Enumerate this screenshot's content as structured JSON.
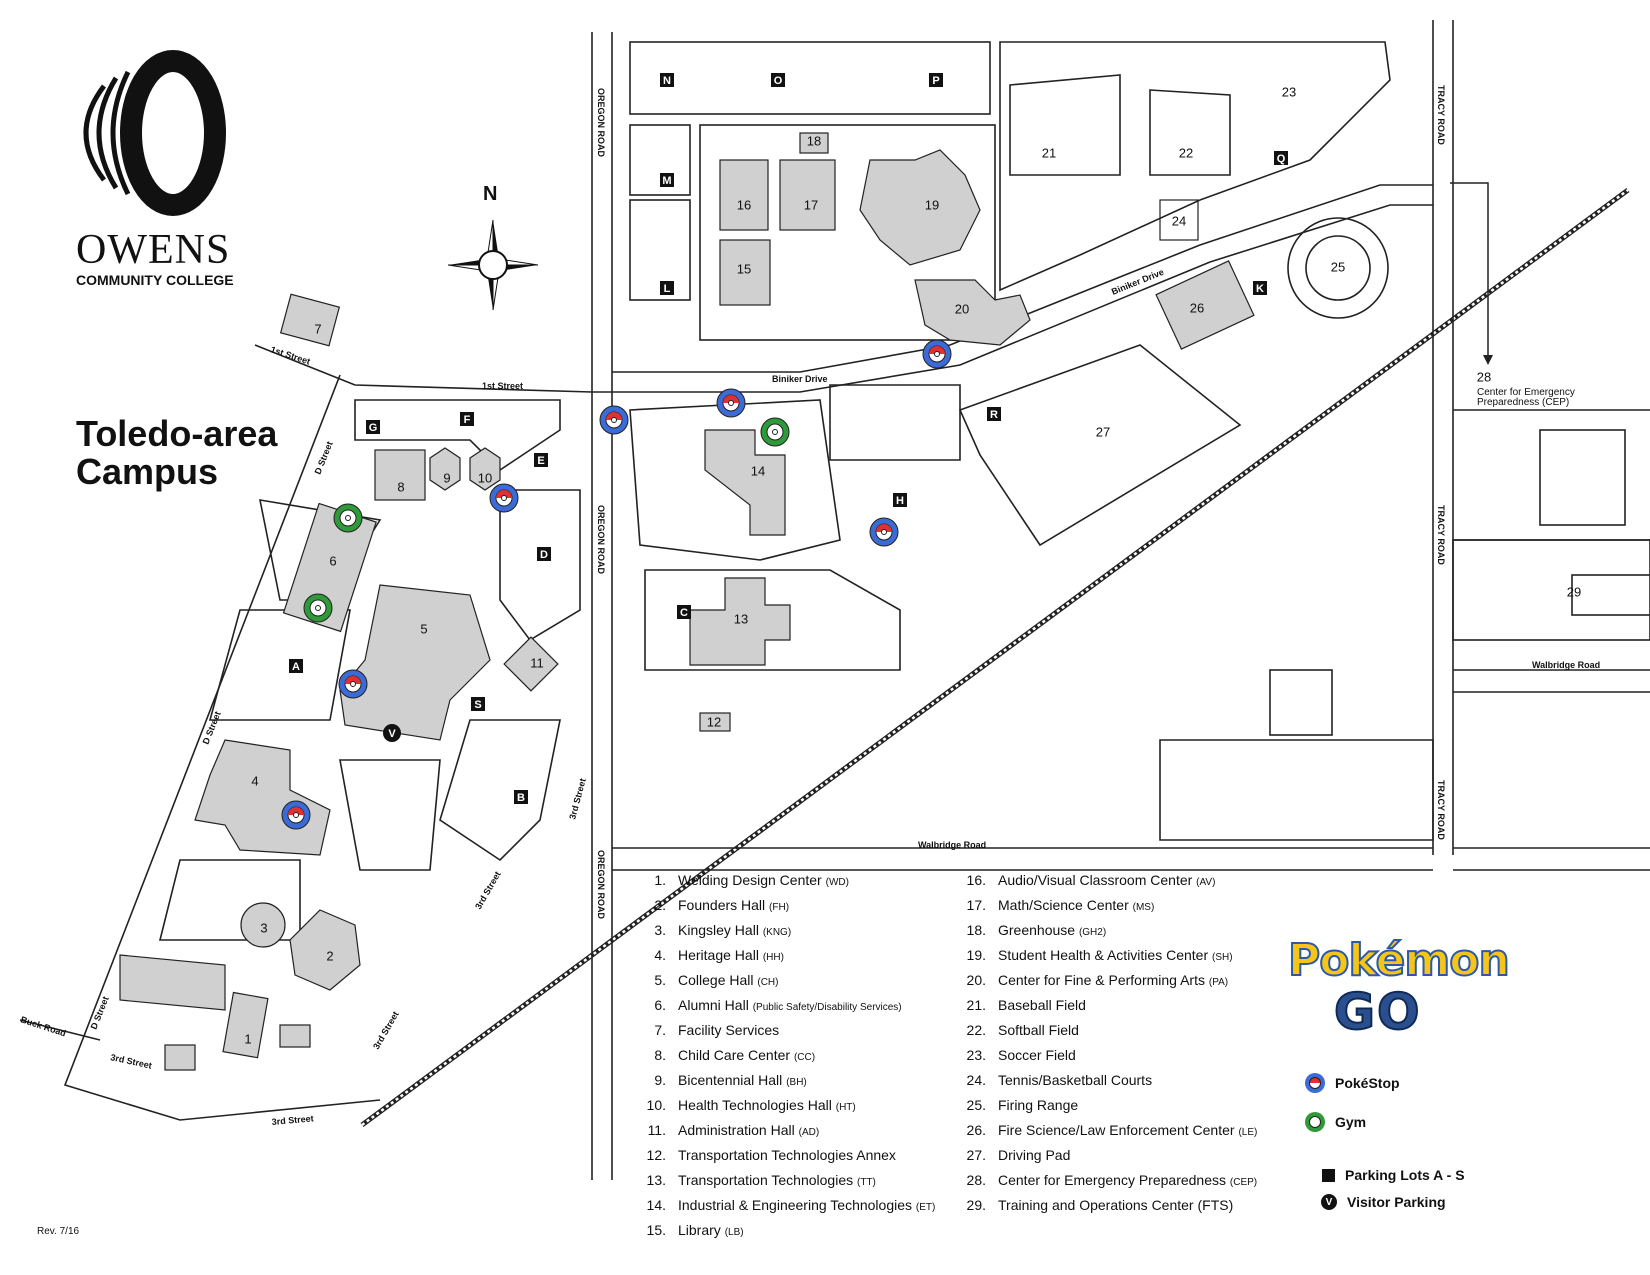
{
  "logo": {
    "name": "OWENS",
    "subtitle": "COMMUNITY COLLEGE"
  },
  "campus_title": [
    "Toledo-area",
    "Campus"
  ],
  "compass_label": "N",
  "revision": "Rev. 7/16",
  "roads": {
    "oregon_road": "OREGON ROAD",
    "tracy_road": "TRACY ROAD",
    "first_street": "1st Street",
    "biniker_drive": "Biniker Drive",
    "d_street": "D Street",
    "third_street": "3rd Street",
    "walbridge_road": "Walbridge Road",
    "buck_road": "Buck Road"
  },
  "building_numbers": [
    "1",
    "2",
    "3",
    "4",
    "5",
    "6",
    "7",
    "8",
    "9",
    "10",
    "11",
    "12",
    "13",
    "14",
    "15",
    "16",
    "17",
    "18",
    "19",
    "20",
    "21",
    "22",
    "23",
    "24",
    "25",
    "26",
    "27",
    "29"
  ],
  "cep_label": {
    "number": "28",
    "line1": "Center for Emergency",
    "line2": "Preparedness (CEP)"
  },
  "parking_lots": [
    "A",
    "B",
    "C",
    "D",
    "E",
    "F",
    "G",
    "H",
    "K",
    "L",
    "M",
    "N",
    "O",
    "P",
    "Q",
    "R",
    "S"
  ],
  "visitor_marker": "V",
  "legend_col1": [
    {
      "n": "1.",
      "name": "Welding Design Center",
      "code": "(WD)"
    },
    {
      "n": "2.",
      "name": "Founders Hall",
      "code": "(FH)"
    },
    {
      "n": "3.",
      "name": "Kingsley Hall",
      "code": "(KNG)"
    },
    {
      "n": "4.",
      "name": "Heritage Hall",
      "code": "(HH)"
    },
    {
      "n": "5.",
      "name": "College Hall",
      "code": "(CH)"
    },
    {
      "n": "6.",
      "name": "Alumni Hall",
      "code": "(Public Safety/Disability Services)"
    },
    {
      "n": "7.",
      "name": "Facility Services",
      "code": ""
    },
    {
      "n": "8.",
      "name": "Child Care Center",
      "code": "(CC)"
    },
    {
      "n": "9.",
      "name": "Bicentennial Hall",
      "code": "(BH)"
    },
    {
      "n": "10.",
      "name": "Health Technologies Hall",
      "code": "(HT)"
    },
    {
      "n": "11.",
      "name": "Administration Hall",
      "code": "(AD)"
    },
    {
      "n": "12.",
      "name": "Transportation Technologies Annex",
      "code": ""
    },
    {
      "n": "13.",
      "name": "Transportation Technologies",
      "code": "(TT)"
    },
    {
      "n": "14.",
      "name": "Industrial & Engineering Technologies",
      "code": "(ET)"
    },
    {
      "n": "15.",
      "name": "Library",
      "code": "(LB)"
    }
  ],
  "legend_col2": [
    {
      "n": "16.",
      "name": "Audio/Visual Classroom Center",
      "code": "(AV)"
    },
    {
      "n": "17.",
      "name": "Math/Science Center",
      "code": "(MS)"
    },
    {
      "n": "18.",
      "name": "Greenhouse",
      "code": "(GH2)"
    },
    {
      "n": "19.",
      "name": "Student Health & Activities Center",
      "code": "(SH)"
    },
    {
      "n": "20.",
      "name": "Center for Fine & Performing Arts",
      "code": "(PA)"
    },
    {
      "n": "21.",
      "name": "Baseball Field",
      "code": ""
    },
    {
      "n": "22.",
      "name": "Softball Field",
      "code": ""
    },
    {
      "n": "23.",
      "name": "Soccer Field",
      "code": ""
    },
    {
      "n": "24.",
      "name": "Tennis/Basketball Courts",
      "code": ""
    },
    {
      "n": "25.",
      "name": "Firing Range",
      "code": ""
    },
    {
      "n": "26.",
      "name": "Fire Science/Law Enforcement Center",
      "code": "(LE)"
    },
    {
      "n": "27.",
      "name": "Driving Pad",
      "code": ""
    },
    {
      "n": "28.",
      "name": "Center for Emergency Preparedness",
      "code": "(CEP)"
    },
    {
      "n": "29.",
      "name": "Training and Operations Center (FTS)",
      "code": ""
    }
  ],
  "pokemon_logo": {
    "line1": "Pokémon",
    "line2": "GO"
  },
  "key": {
    "pokestop": "PokéStop",
    "gym": "Gym",
    "parking": "Parking Lots A - S",
    "visitor": "Visitor Parking"
  },
  "colors": {
    "building_fill": "#d0d0d0",
    "pokestop_ring": "#3b6bd6",
    "gym_ring": "#2f9a3a",
    "pokeball_red": "#e03030",
    "pogo_yellow": "#f5c518",
    "pogo_blue": "#2b4f8e"
  },
  "icons": {
    "pokestop": "pokestop-icon",
    "gym": "gym-icon",
    "parking": "parking-square-icon",
    "visitor": "visitor-parking-icon",
    "compass": "compass-rose-icon"
  }
}
